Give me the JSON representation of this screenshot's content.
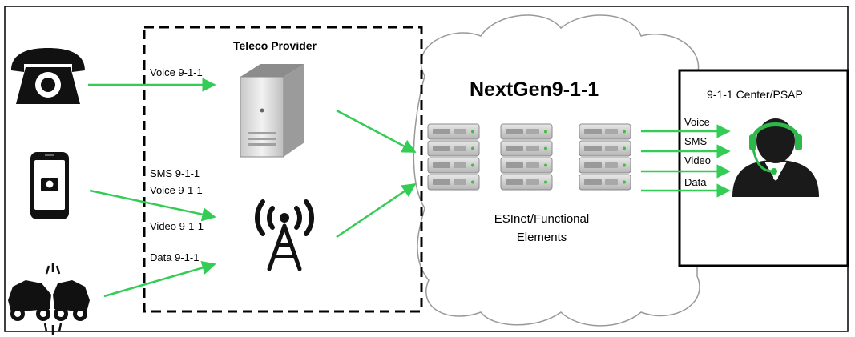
{
  "title": "NextGen9-1-1",
  "provider": {
    "title": "Teleco Provider"
  },
  "inputs": {
    "phone_label": "Voice 9-1-1",
    "mobile_labels": [
      "SMS 9-1-1",
      "Voice 9-1-1",
      "Video 9-1-1"
    ],
    "crash_label": "Data 9-1-1"
  },
  "esinet": {
    "label_line1": "ESInet/Functional",
    "label_line2": "Elements"
  },
  "psap": {
    "title": "9-1-1 Center/PSAP",
    "channels": [
      "Voice",
      "SMS",
      "Video",
      "Data"
    ]
  },
  "colors": {
    "arrow": "#33cc55",
    "headset": "#2db84a",
    "border": "#000000",
    "cloud": "#999999"
  }
}
